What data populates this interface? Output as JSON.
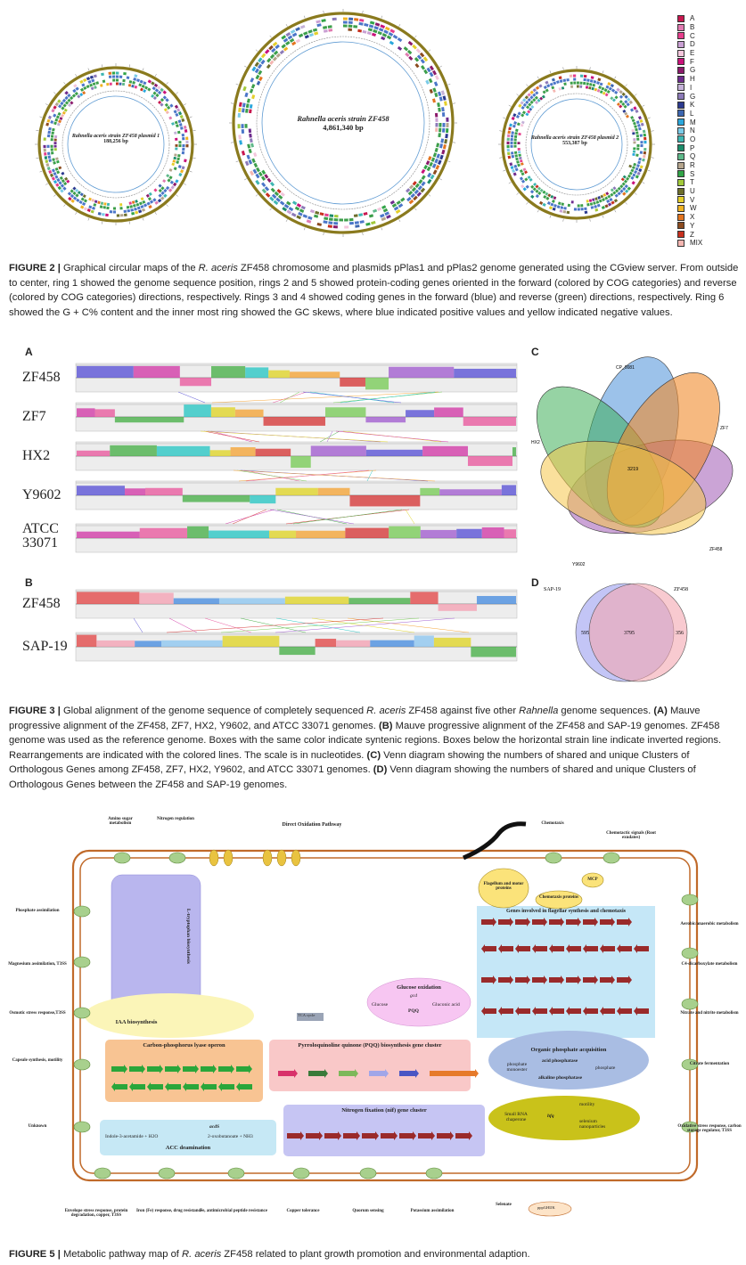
{
  "figure2": {
    "plasmid1_label_line1": "Rahnella aceris strain ZF458 plasmid 1",
    "plasmid1_label_line2": "188,256 bp",
    "chromosome_label_line1": "Rahnella aceris strain ZF458",
    "chromosome_label_line2": "4,861,340 bp",
    "plasmid2_label_line1": "Rahnella aceris strain ZF458 plasmid 2",
    "plasmid2_label_line2": "553,387 bp",
    "legend": [
      {
        "code": "A",
        "color": "#c8174f"
      },
      {
        "code": "B",
        "color": "#e07ab0"
      },
      {
        "code": "C",
        "color": "#e63e8c"
      },
      {
        "code": "D",
        "color": "#c9a0d3"
      },
      {
        "code": "E",
        "color": "#f3c6dc"
      },
      {
        "code": "F",
        "color": "#c9127a"
      },
      {
        "code": "G",
        "color": "#8b1a6b"
      },
      {
        "code": "H",
        "color": "#6e2c8e"
      },
      {
        "code": "I",
        "color": "#c4b1d8"
      },
      {
        "code": "G",
        "color": "#8c7ab8"
      },
      {
        "code": "K",
        "color": "#2b3a8f"
      },
      {
        "code": "L",
        "color": "#3d66b0"
      },
      {
        "code": "M",
        "color": "#2aa7dc"
      },
      {
        "code": "N",
        "color": "#7bcbe8"
      },
      {
        "code": "O",
        "color": "#3fb6b2"
      },
      {
        "code": "P",
        "color": "#1c8c6a"
      },
      {
        "code": "Q",
        "color": "#5fb98a"
      },
      {
        "code": "R",
        "color": "#b5a58d"
      },
      {
        "code": "S",
        "color": "#31a447"
      },
      {
        "code": "T",
        "color": "#a2c93a"
      },
      {
        "code": "U",
        "color": "#6d6e2b"
      },
      {
        "code": "V",
        "color": "#e4cf2b"
      },
      {
        "code": "W",
        "color": "#f0b323"
      },
      {
        "code": "X",
        "color": "#e3741f"
      },
      {
        "code": "Y",
        "color": "#8c4b1f"
      },
      {
        "code": "Z",
        "color": "#c7301e"
      },
      {
        "code": "MIX",
        "color": "#f4b6b1"
      }
    ],
    "caption_label": "FIGURE 2 |",
    "caption_text_1": "Graphical circular maps of the ",
    "caption_species": "R. aceris",
    "caption_text_2": " ZF458 chromosome and plasmids pPlas1 and pPlas2 genome generated using the CGview server. From outside to center, ring 1 showed the genome sequence position, rings 2 and 5 showed protein-coding genes oriented in the forward (colored by COG categories) and reverse (colored by COG categories) directions, respectively. Rings 3 and 4 showed coding genes in the forward (blue) and reverse (green) directions, respectively. Ring 6 showed the G + C% content and the inner most ring showed the GC skews, where blue indicated positive values and yellow indicated negative values."
  },
  "figure3": {
    "panel_a": "A",
    "panel_b": "B",
    "panel_c": "C",
    "panel_d": "D",
    "genomes_a": [
      "ZF458",
      "ZF7",
      "HX2",
      "Y9602",
      "ATCC 33071"
    ],
    "genomes_b": [
      "ZF458",
      "SAP-19"
    ],
    "venn_c": {
      "labels": [
        "CP_0081",
        "ZF7",
        "ZF458",
        "Y9602",
        "HX2"
      ],
      "core": "3219"
    },
    "venn_d": {
      "left_label": "SAP-19",
      "right_label": "ZF458",
      "left_only": "595",
      "shared": "3795",
      "right_only": "356"
    },
    "caption_label": "FIGURE 3 |",
    "caption_text_1": "Global alignment of the genome sequence of completely sequenced ",
    "caption_species": "R. aceris",
    "caption_text_2": " ZF458 against five other ",
    "caption_genus": "Rahnella",
    "caption_text_3": " genome sequences. ",
    "caption_a": "(A)",
    "caption_text_4": " Mauve progressive alignment of the ZF458, ZF7, HX2, Y9602, and ATCC 33071 genomes. ",
    "caption_b": "(B)",
    "caption_text_5": " Mauve progressive alignment of the ZF458 and SAP-19 genomes. ZF458 genome was used as the reference genome. Boxes with the same color indicate syntenic regions. Boxes below the horizontal strain line indicate inverted regions. Rearrangements are indicated with the colored lines. The scale is in nucleotides. ",
    "caption_c": "(C)",
    "caption_text_6": " Venn diagram showing the numbers of shared and unique Clusters of Orthologous Genes among ZF458, ZF7, HX2, Y9602, and ATCC 33071 genomes. ",
    "caption_d": "(D)",
    "caption_text_7": " Venn diagram showing the numbers of shared and unique Clusters of Orthologous Genes between the ZF458 and SAP-19 genomes."
  },
  "figure5": {
    "top_labels": [
      "Amino sugar metabolism",
      "Nitrogen regulation",
      "Direct Oxidation Pathway",
      "Chemotaxis",
      "Chemotactic signals (Root exudates)"
    ],
    "left_labels": [
      "Phosphate assimilation",
      "Magnesium assimilation, T3SS",
      "Osmotic stress response,T3SS",
      "Capsule synthesis, motility",
      "Unknown"
    ],
    "right_labels": [
      "Aerobic/anaerobic metabolism",
      "C4-dicarboxylate metabolism",
      "Nitrate and nitrite metabolism",
      "Citrate fermentation",
      "Oxidative stress response, carbon storage regulator, T3SS"
    ],
    "bottom_labels": [
      "Envelope stress response, protein degradation, copper, T3SS",
      "Iron (Fe) response, drug resistance",
      "Fe, antimicrobial peptide resistance",
      "Copper tolerance",
      "Quorum sensing",
      "Potassium assimilation"
    ],
    "bottom_right_label": "Selenate",
    "pathway_labels": {
      "l_tryptophan": "L-tryptophan biosynthesis",
      "iaa": "IAA biosynthesis",
      "glucose_oxidation": "Glucose oxidation",
      "glucose": "Glucose",
      "gcd": "gcd",
      "pqq": "PQQ",
      "gluconic_acid": "Gluconic acid",
      "flagellar_title": "Genes involved in flagellar synthesis and chemotaxis",
      "flagellum": "Flagellum and motor proteins",
      "chemotaxis_proteins": "Chemotaxis proteins",
      "mcp": "MCP",
      "cp_lyase": "Carbon-phosphorus lyase operon",
      "pqq_cluster": "Pyrroloquinoline quinone (PQQ) biosynthesis gene cluster",
      "organic_phosphate": "Organic phosphate acquisition",
      "phosphate_monoester": "phosphate monoester",
      "acid_phosphatase": "acid phosphatase",
      "alkaline_phosphatase": "alkaline phosphatase",
      "phosphate": "phosphate",
      "acds": "acdS",
      "acc_reaction_left": "Indole-3-acetamide + H2O",
      "acc_reaction_right": "2-oxobutanoate + NH3",
      "acc_title": "ACC deamination",
      "nif_cluster": "Nitrogen fixation (nif) gene cluster",
      "small_rna": "Small RNA chaperone",
      "hfq": "hfq",
      "motility": "motility",
      "selenium": "selenium nanoparticles",
      "tca": "TCA cycle",
      "ppghijk": "pppGHIJK"
    },
    "caption_label": "FIGURE 5 |",
    "caption_text_1": "Metabolic pathway map of ",
    "caption_species": "R. aceris",
    "caption_text_2": " ZF458 related to plant growth promotion and environmental adaption."
  }
}
